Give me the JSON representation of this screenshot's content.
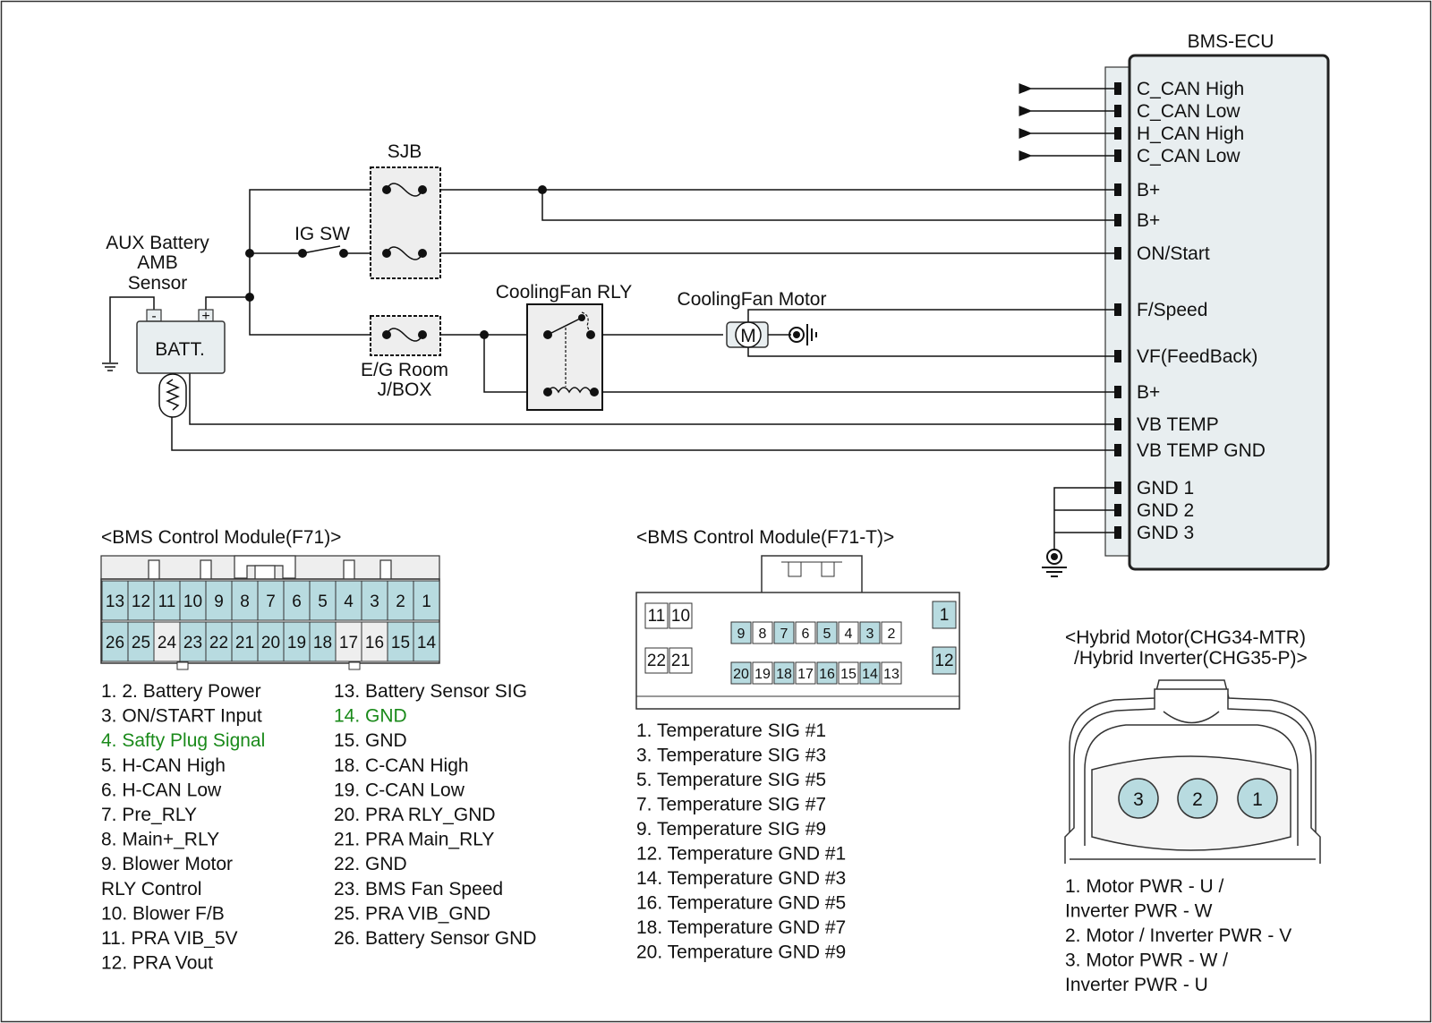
{
  "ecu": {
    "title": "BMS-ECU",
    "pins": [
      "C_CAN High",
      "C_CAN Low",
      "H_CAN High",
      "C_CAN Low",
      "B+",
      "B+",
      "ON/Start",
      "F/Speed",
      "VF(FeedBack)",
      "B+",
      "VB TEMP",
      "VB TEMP GND",
      "GND 1",
      "GND 2",
      "GND 3"
    ]
  },
  "components": {
    "sjb": "SJB",
    "ig_sw": "IG SW",
    "aux_line1": "AUX Battery",
    "aux_line2": "AMB",
    "aux_line3": "Sensor",
    "batt": "BATT.",
    "batt_minus": "-",
    "batt_plus": "+",
    "eg_line1": "E/G Room",
    "eg_line2": "J/BOX",
    "relay": "CoolingFan RLY",
    "motor": "CoolingFan Motor",
    "motor_symbol": "M"
  },
  "f71": {
    "title": "<BMS Control Module(F71)>",
    "row1": [
      "13",
      "12",
      "11",
      "10",
      "9",
      "8",
      "7",
      "6",
      "5",
      "4",
      "3",
      "2",
      "1"
    ],
    "row2": [
      "26",
      "25",
      "24",
      "23",
      "22",
      "21",
      "20",
      "19",
      "18",
      "17",
      "16",
      "15",
      "14"
    ],
    "legend_col1": [
      {
        "text": "1. 2. Battery Power",
        "color": "#111111"
      },
      {
        "text": "3. ON/START Input",
        "color": "#111111"
      },
      {
        "text": "4. Safty Plug Signal",
        "color": "#1a8a1a"
      },
      {
        "text": "5. H-CAN High",
        "color": "#111111"
      },
      {
        "text": "6. H-CAN Low",
        "color": "#111111"
      },
      {
        "text": "7. Pre_RLY",
        "color": "#111111"
      },
      {
        "text": "8. Main+_RLY",
        "color": "#111111"
      },
      {
        "text": "9. Blower Motor",
        "color": "#111111"
      },
      {
        "text": "    RLY Control",
        "color": "#111111"
      },
      {
        "text": "10. Blower F/B",
        "color": "#111111"
      },
      {
        "text": "11. PRA VIB_5V",
        "color": "#111111"
      },
      {
        "text": "12. PRA Vout",
        "color": "#111111"
      }
    ],
    "legend_col2": [
      {
        "text": "13. Battery Sensor SIG",
        "color": "#111111"
      },
      {
        "text": "14. GND",
        "color": "#1a8a1a"
      },
      {
        "text": "15. GND",
        "color": "#111111"
      },
      {
        "text": "18. C-CAN High",
        "color": "#111111"
      },
      {
        "text": "19. C-CAN Low",
        "color": "#111111"
      },
      {
        "text": "20. PRA RLY_GND",
        "color": "#111111"
      },
      {
        "text": "21. PRA Main_RLY",
        "color": "#111111"
      },
      {
        "text": "22. GND",
        "color": "#111111"
      },
      {
        "text": "23. BMS Fan Speed",
        "color": "#111111"
      },
      {
        "text": "25. PRA VIB_GND",
        "color": "#111111"
      },
      {
        "text": "26. Battery Sensor GND",
        "color": "#111111"
      }
    ]
  },
  "f71t": {
    "title": "<BMS Control Module(F71-T)>",
    "left_top": [
      "11",
      "10"
    ],
    "left_bottom": [
      "22",
      "21"
    ],
    "mid_top": [
      "9",
      "8",
      "7",
      "6",
      "5",
      "4",
      "3",
      "2"
    ],
    "mid_bottom": [
      "20",
      "19",
      "18",
      "17",
      "16",
      "15",
      "14",
      "13"
    ],
    "right_top": "1",
    "right_bottom": "12",
    "legend": [
      "1. Temperature SIG #1",
      "3. Temperature SIG #3",
      "5. Temperature SIG #5",
      "7. Temperature SIG #7",
      "9. Temperature SIG #9",
      "12. Temperature GND #1",
      "14. Temperature GND #3",
      "16. Temperature GND #5",
      "18. Temperature GND #7",
      "20. Temperature GND #9"
    ]
  },
  "hybrid": {
    "title1": "<Hybrid Motor(CHG34-MTR)",
    "title2": "/Hybrid Inverter(CHG35-P)>",
    "pins": [
      "3",
      "2",
      "1"
    ],
    "legend": [
      "1. Motor PWR - U /",
      "    Inverter PWR - W",
      "2. Motor / Inverter PWR - V",
      "3. Motor PWR - W /",
      "    Inverter PWR - U"
    ]
  },
  "colors": {
    "pin_fill": "#b8dbe0",
    "pin_empty": "#eeeeee",
    "ecu_fill": "#e8eef0",
    "accent_green": "#1a8a1a",
    "line": "#111111"
  }
}
